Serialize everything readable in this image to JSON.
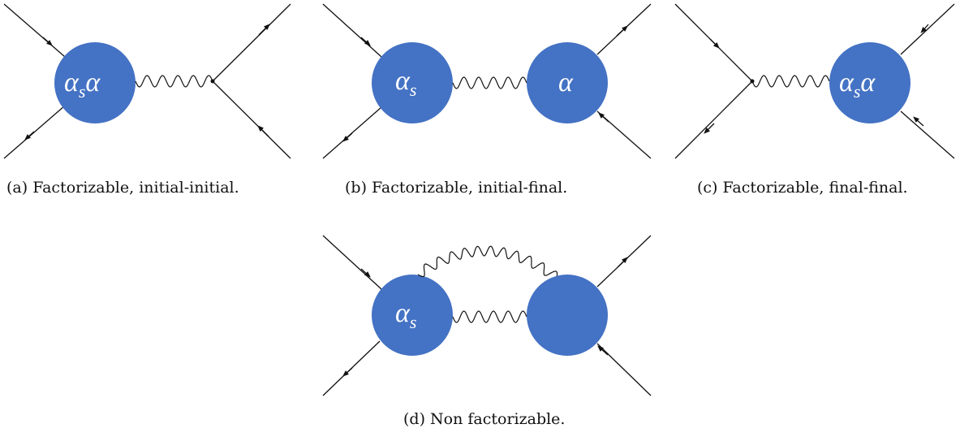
{
  "colors": {
    "blob": "#4472C4",
    "line": "#111111",
    "text": "#111111"
  },
  "captions": {
    "a": "(a) Factorizable, initial-initial.",
    "b": "(b) Factorizable, initial-final.",
    "c": "(c) Factorizable, final-final.",
    "d": "(d) Non factorizable."
  },
  "labels": {
    "a_blob": {
      "base1": "α",
      "sub": "s",
      "base2": "α"
    },
    "b_left": {
      "base1": "α",
      "sub": "s"
    },
    "b_right": {
      "base1": "α"
    },
    "c_blob": {
      "base1": "α",
      "sub": "s",
      "base2": "α"
    },
    "d_left": {
      "base1": "α",
      "sub": "s"
    }
  }
}
